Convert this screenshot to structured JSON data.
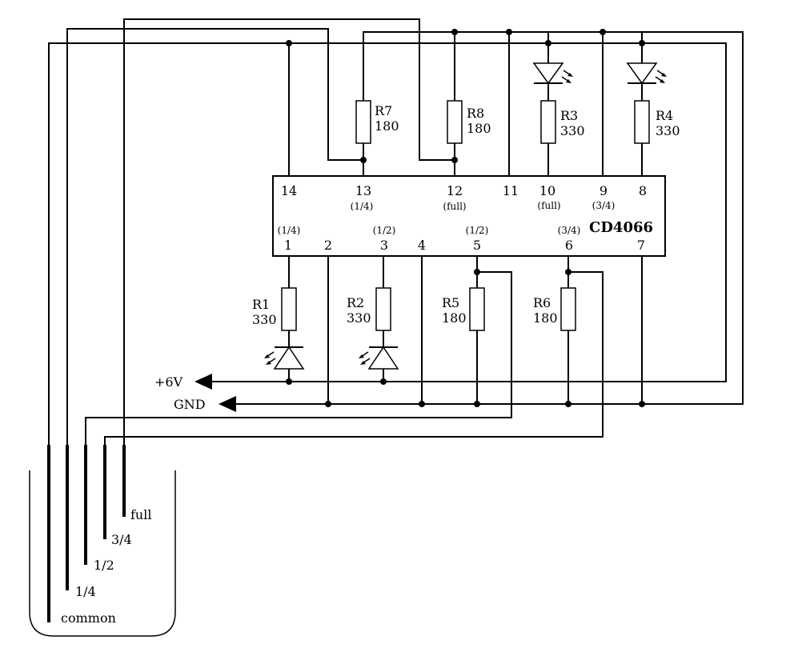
{
  "chip": {
    "name": "CD4066",
    "top_pins": [
      {
        "num": "14",
        "note": ""
      },
      {
        "num": "13",
        "note": "(1/4)"
      },
      {
        "num": "12",
        "note": "(full)"
      },
      {
        "num": "11",
        "note": ""
      },
      {
        "num": "10",
        "note": "(full)"
      },
      {
        "num": "9",
        "note": "(3/4)"
      },
      {
        "num": "8",
        "note": ""
      }
    ],
    "bottom_pins": [
      {
        "num": "1",
        "note": "(1/4)"
      },
      {
        "num": "2",
        "note": ""
      },
      {
        "num": "3",
        "note": "(1/2)"
      },
      {
        "num": "4",
        "note": ""
      },
      {
        "num": "5",
        "note": "(1/2)"
      },
      {
        "num": "6",
        "note": "(3/4)"
      },
      {
        "num": "7",
        "note": ""
      }
    ]
  },
  "resistors": {
    "r7": {
      "name": "R7",
      "value": "180"
    },
    "r8": {
      "name": "R8",
      "value": "180"
    },
    "r3": {
      "name": "R3",
      "value": "330"
    },
    "r4": {
      "name": "R4",
      "value": "330"
    },
    "r1": {
      "name": "R1",
      "value": "330"
    },
    "r2": {
      "name": "R2",
      "value": "330"
    },
    "r5": {
      "name": "R5",
      "value": "180"
    },
    "r6": {
      "name": "R6",
      "value": "180"
    }
  },
  "power": {
    "vplus": "+6V",
    "gnd": "GND"
  },
  "probes": [
    "full",
    "3/4",
    "1/2",
    "1/4",
    "common"
  ]
}
